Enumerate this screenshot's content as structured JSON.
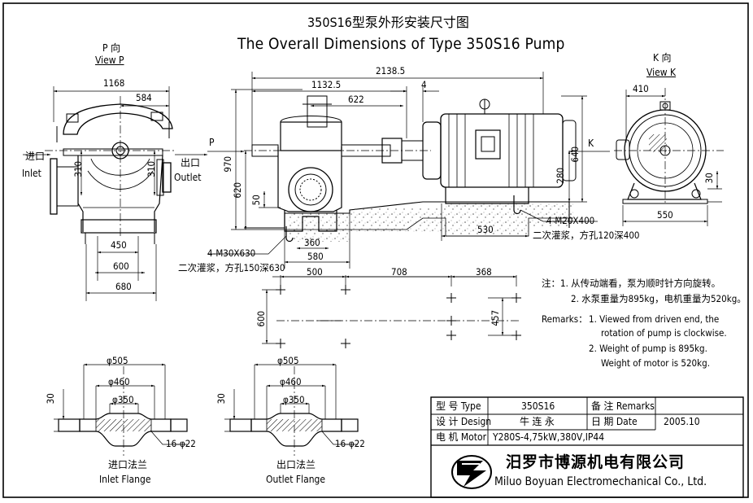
{
  "title": {
    "cn": "350S16型泵外形安装尺寸图",
    "en": "The Overall Dimensions of Type 350S16 Pump"
  },
  "views": {
    "p": {
      "cn": "P 向",
      "en": "View P",
      "marker": "P"
    },
    "k": {
      "cn": "K 向",
      "en": "View K",
      "marker": "K"
    }
  },
  "inlet": {
    "cn": "进口",
    "en": "Inlet"
  },
  "outlet": {
    "cn": "出口",
    "en": "Outlet"
  },
  "view_p_dims": {
    "d1168": "1168",
    "d584": "584",
    "d310a": "310",
    "d310b": "310",
    "d450": "450",
    "d600": "600",
    "d680": "680"
  },
  "front_dims": {
    "d2138": "2138.5",
    "d1132": "1132.5",
    "d4": "4",
    "d622": "622",
    "d970": "970",
    "d620": "620",
    "d50": "50",
    "d280": "280",
    "d640": "640",
    "d360": "360",
    "d580": "580",
    "d530": "530",
    "bolt_pump": "4-M30X630",
    "grout_pump": "二次灌浆，方孔150深630",
    "bolt_motor": "4-M20X400",
    "grout_motor": "二次灌浆，方孔120深400"
  },
  "view_k_dims": {
    "d410": "410",
    "d550": "550",
    "d30": "30"
  },
  "plan_dims": {
    "d500": "500",
    "d708": "708",
    "d368": "368",
    "d600": "600",
    "d457": "457"
  },
  "notes_cn": [
    "注：1. 从传动端看，泵为顺时针方向旋转。",
    "2. 水泵重量为895kg，电机重量为520kg。"
  ],
  "remarks": {
    "label": "Remarks：",
    "r1a": "1. Viewed from driven end, the",
    "r1b": "rotation of pump is  clockwise.",
    "r2a": "2. Weight of pump is 895kg.",
    "r2b": "Weight of motor is 520kg."
  },
  "flange_in": {
    "d505": "φ505",
    "d460": "φ460",
    "d350": "φ350",
    "d30": "30",
    "holes": "16-φ22",
    "cn": "进口法兰",
    "en": "Inlet Flange"
  },
  "flange_out": {
    "d505": "φ505",
    "d460": "φ460",
    "d350": "φ350",
    "d30": "30",
    "holes": "16-φ22",
    "cn": "出口法兰",
    "en": "Outlet Flange"
  },
  "title_block": {
    "type_label": "型 号 Type",
    "type_value": "350S16",
    "remarks_label": "备 注 Remarks",
    "design_label": "设 计 Design",
    "design_value": "牛 连 永",
    "date_label": "日 期 Date",
    "date_value": "2005.10",
    "motor_label": "电 机 Motor",
    "motor_value": "Y280S-4,75kW,380V,IP44",
    "company_cn": "汨罗市博源机电有限公司",
    "company_en": "Miluo Boyuan Electromechanical Co., Ltd."
  }
}
